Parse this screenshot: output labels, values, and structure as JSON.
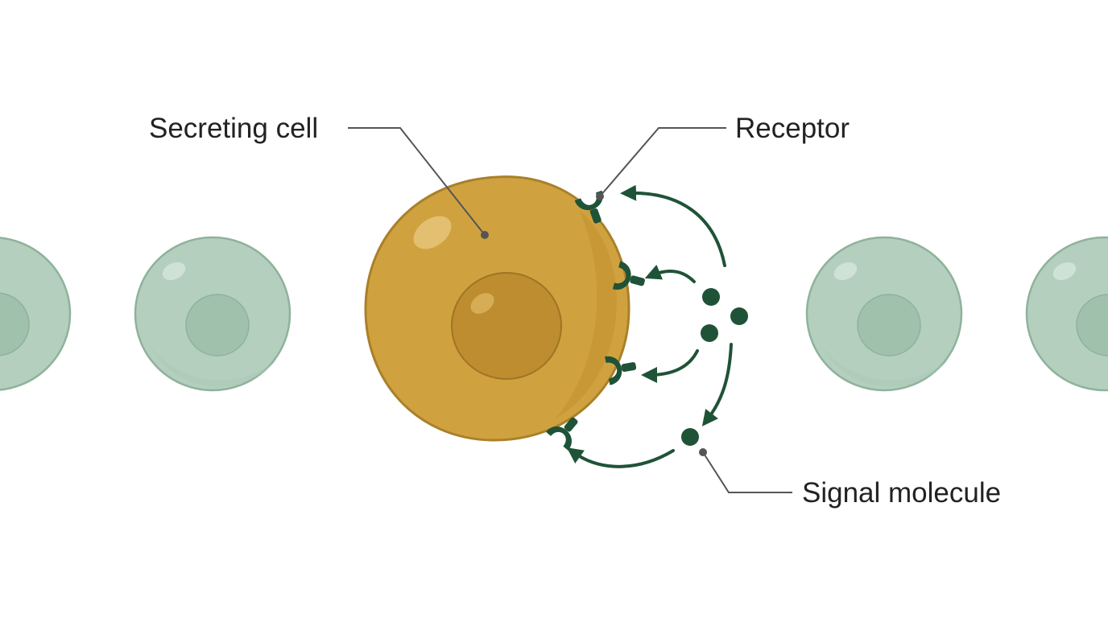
{
  "labels": {
    "secreting_cell": "Secreting cell",
    "receptor": "Receptor",
    "signal_molecule": "Signal molecule"
  },
  "colors": {
    "background": "#ffffff",
    "neighbor_cell_fill": "#b4cfbe",
    "neighbor_cell_stroke": "#8fb29c",
    "neighbor_nucleus_fill": "#a0c1ac",
    "secreting_cell_fill": "#d0a23f",
    "secreting_cell_stroke": "#a9802a",
    "secreting_nucleus_fill": "#bd8d2f",
    "signal_green": "#1f5337",
    "leader_line": "#555555",
    "label_text": "#222222"
  },
  "legend_items": [
    "secreting-cell",
    "receptor",
    "signal-molecule"
  ],
  "icons": {
    "receptor": "y-shaped-receptor",
    "signal_molecule": "dot",
    "arrow": "curved-arrow"
  }
}
